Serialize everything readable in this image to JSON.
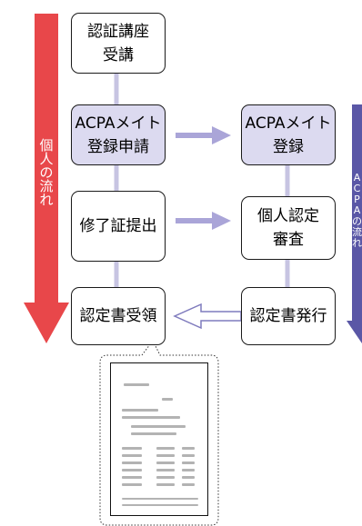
{
  "colors": {
    "person_arrow": "#e8474a",
    "acpa_arrow": "#5a57a6",
    "connector_line": "#c7c4e2",
    "box_highlight": "#dcdaf0",
    "box_border": "#1a1a1a"
  },
  "person_flow_label": [
    "個",
    "人",
    "の",
    "流",
    "れ"
  ],
  "acpa_flow_label": [
    "A",
    "C",
    "P",
    "A",
    "の",
    "流",
    "れ"
  ],
  "boxes": {
    "course": "認証講座\n受講",
    "acpa_mate_register": "ACPAメイト\n登録申請",
    "acpa_mate_registration": "ACPAメイト\n登録",
    "certificate_submit": "修了証提出",
    "individual_review": "個人認定\n審査",
    "certificate_receive": "認定書受領",
    "certificate_issue": "認定書発行"
  },
  "icons": {
    "document": "certificate-document-icon"
  }
}
